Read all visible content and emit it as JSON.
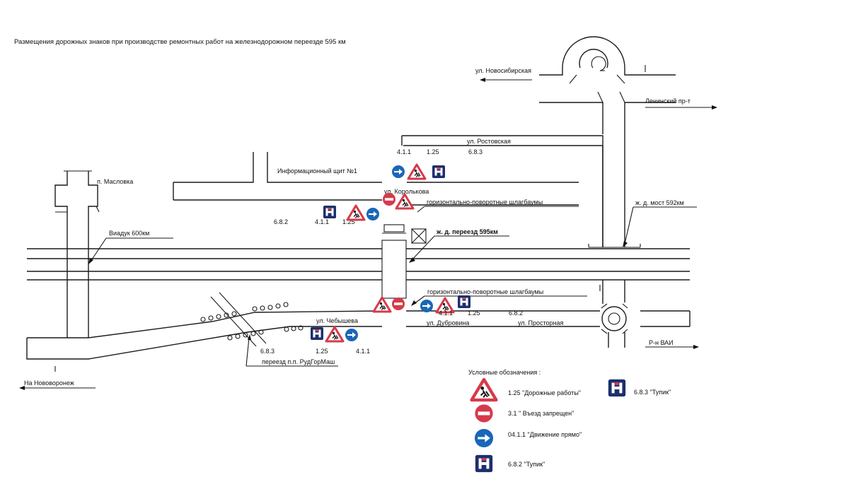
{
  "title": "Размещения дорожных знаков при производстве ремонтных работ на железнодорожном переезде 595 км",
  "labels": {
    "novosibirskaya": "ул. Новосибирская",
    "leninsky": "Ленинский пр-т",
    "rostovskaya": "ул. Ростовская",
    "info_board": "Информационный щит №1",
    "korolkova": "ул. Королькова",
    "barriers_top": "горизонтально-поворотные шлагбаумы",
    "crossing": "ж. д. переезд 595км",
    "bridge": "ж. д. мост 592км",
    "maslovka": "п. Масловка",
    "viaduct": "Виадук 600км",
    "barriers_bottom": "горизонтально-поворотные шлагбаумы",
    "chebysheva": "ул. Чебышева",
    "dubrovina": "ул. Дубровина",
    "prostornaya": "ул. Просторная",
    "vai": "Р-н ВАИ",
    "crossing_rud": "переезд п.п. РудГорМаш",
    "novovoronezh": "На Нововоронеж"
  },
  "sign_codes": {
    "top_a": "4.1.1",
    "top_b": "1.25",
    "top_c": "6.8.3",
    "left_a": "6.8.2",
    "left_b": "4.1.1",
    "left_c": "1.25",
    "right_a": "4.1.1",
    "right_b": "1.25",
    "right_c": "6.8.2",
    "bottom_a": "6.8.3",
    "bottom_b": "1.25",
    "bottom_c": "4.1.1"
  },
  "legend": {
    "title": "Условные обозначения :",
    "items": [
      {
        "icon": "road-works-sign-icon",
        "text": "1.25 \"Дорожные работы\""
      },
      {
        "icon": "no-entry-sign-icon",
        "text": "3.1  \" Въезд запрещен\""
      },
      {
        "icon": "straight-ahead-sign-icon",
        "text": "04.1.1 \"Движение прямо\""
      },
      {
        "icon": "dead-end-sign-icon",
        "text": "6.8.2  \"Тупик\""
      }
    ],
    "extra": {
      "icon": "dead-end-sign-icon",
      "text": "6.8.3 \"Тупик\""
    }
  },
  "colors": {
    "sign_red": "#d63a4a",
    "sign_blue": "#1a66b8",
    "sign_navy": "#1c2f6e",
    "line": "#1a1a1a"
  }
}
